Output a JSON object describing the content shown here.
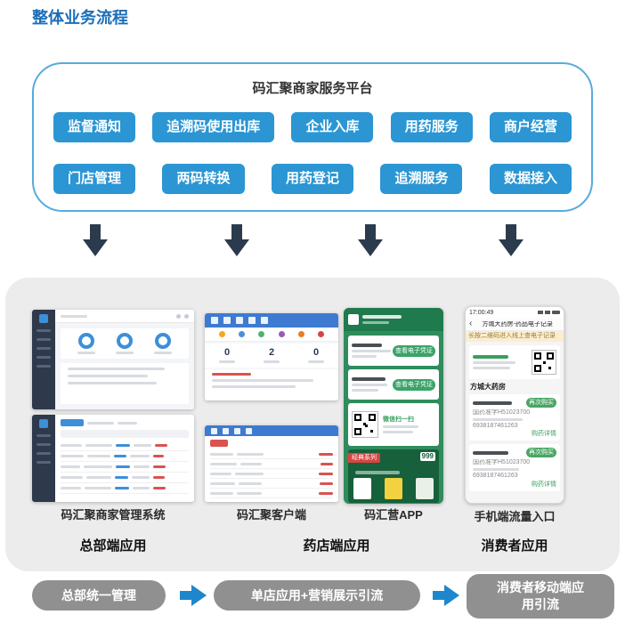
{
  "title": "整体业务流程",
  "platform": {
    "title": "码汇聚商家服务平台",
    "row1": [
      "监督通知",
      "追溯码使用出库",
      "企业入库",
      "用药服务",
      "商户经营"
    ],
    "row2": [
      "门店管理",
      "两码转换",
      "用药登记",
      "追溯服务",
      "数据接入"
    ]
  },
  "sections": {
    "hq": {
      "label": "码汇聚商家管理系统",
      "category": "总部端应用"
    },
    "store": {
      "client_label": "码汇聚客户端",
      "app_label": "码汇营APP",
      "category": "药店端应用"
    },
    "consumer": {
      "label": "手机端流量入口",
      "category": "消费者应用"
    }
  },
  "client_dashboard": {
    "stats": [
      "0",
      "2",
      "0"
    ]
  },
  "marketing_app": {
    "verify_button": "查看电子凭证",
    "qr_caption": "微信扫一扫",
    "series_tag": "经典系列",
    "brand": "999"
  },
  "consumer_phone": {
    "time": "17:00:49",
    "back_icon": "‹",
    "nav_title": "方城大药房-药品电子记录",
    "banner": "长按二维码进入线上查电子记录",
    "store_name": "方城大药房",
    "item": {
      "buy_again": "再次购买",
      "approval": "国药准字H51023700",
      "barcode": "6938187461263",
      "detail_link": "购药详情"
    }
  },
  "flow": {
    "step1": "总部统一管理",
    "step2": "单店应用+营销展示引流",
    "step3": "消费者移动端应用引流"
  },
  "colors": {
    "accent_blue": "#2B96D3",
    "title_blue": "#1A6FB8",
    "arrow_dark": "#2B3B4D",
    "flow_arrow_blue": "#1E87CB",
    "app_green": "#2F8C5C"
  }
}
